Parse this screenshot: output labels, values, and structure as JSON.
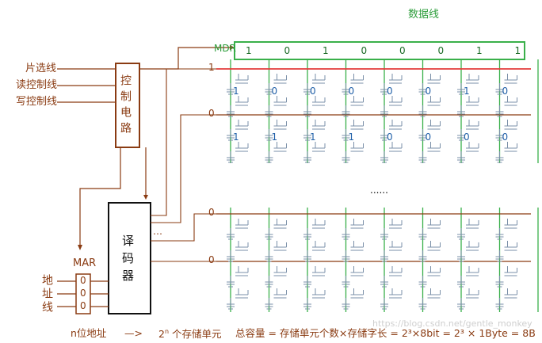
{
  "data_bus_label": "数据线",
  "mdr_label": "MDR",
  "mdr_bits": [
    "1",
    "0",
    "1",
    "0",
    "0",
    "0",
    "1",
    "1"
  ],
  "control_inputs": [
    "片选线",
    "读控制线",
    "写控制线"
  ],
  "control_circuit_label": "控制电路",
  "decoder_label": "译码器",
  "decoder_dots": "…",
  "mar_label": "MAR",
  "mar_bits": [
    "0",
    "0",
    "0"
  ],
  "address_lines_label": "地址线",
  "rows": [
    {
      "label": "1",
      "bits": [
        "1",
        "0",
        "0",
        "0",
        "0",
        "0",
        "1",
        "0"
      ]
    },
    {
      "label": "0",
      "bits": [
        "1",
        "1",
        "1",
        "1",
        "0",
        "0",
        "0",
        "0"
      ]
    },
    {
      "label": "0",
      "bits": [
        "",
        "",
        "",
        "",
        "",
        "",
        "",
        ""
      ]
    },
    {
      "label": "0",
      "bits": [
        "",
        "",
        "",
        "",
        "",
        "",
        "",
        ""
      ]
    }
  ],
  "ellipsis": "......",
  "footer": {
    "n_address": "n位地址",
    "arrow": "—>",
    "units_prefix": "2",
    "units_exp": "n",
    "units_text": " 个存储单元",
    "capacity": "总容量 = 存储单元个数×存储字长 = 2³×8bit = 2³ × 1Byte = 8B"
  },
  "watermark": "https://blog.csdn.net/gentle_monkey"
}
